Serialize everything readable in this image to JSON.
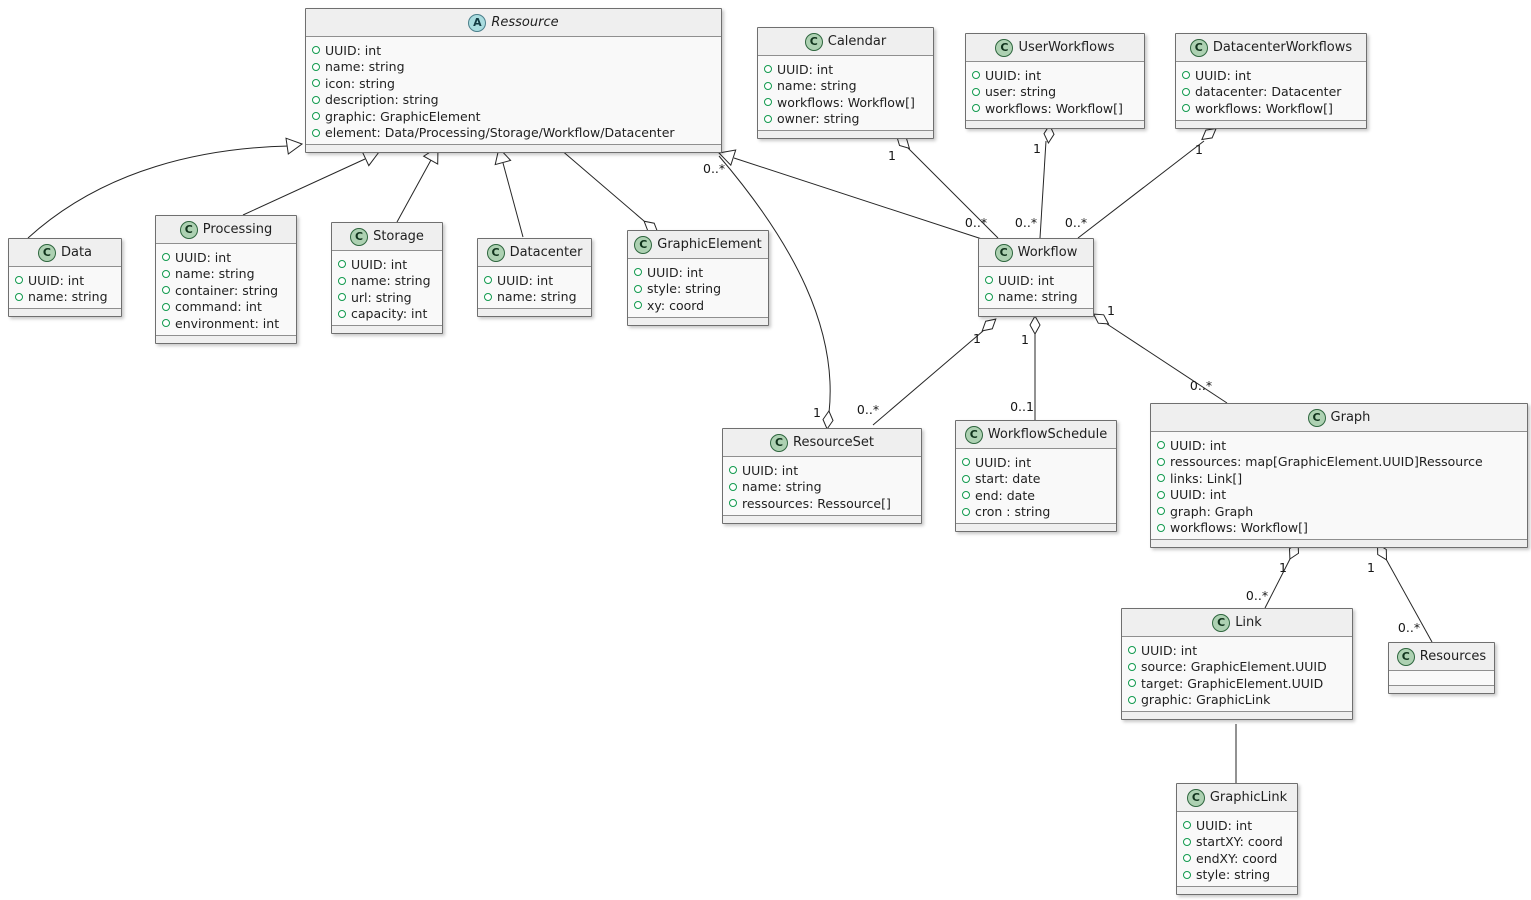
{
  "diagram": {
    "colors": {
      "background": "#FFFFFF",
      "box_body": "#F9F9F9",
      "box_header": "#EFEFEF",
      "line": "#262626",
      "text": "#1F1F1F",
      "class_icon_fill": "#ADD1B2",
      "class_icon_border": "#2E663E",
      "abstract_icon_fill": "#A9DCDF",
      "abstract_icon_border": "#4A7E8A",
      "field_icon_border": "#129A4E"
    },
    "classes": [
      {
        "id": "ressource",
        "stereotype": "A",
        "name": "Ressource",
        "fields": [
          "UUID: int",
          "name: string",
          "icon: string",
          "description: string",
          "graphic: GraphicElement",
          "element: Data/Processing/Storage/Workflow/Datacenter"
        ]
      },
      {
        "id": "calendar",
        "stereotype": "C",
        "name": "Calendar",
        "fields": [
          "UUID: int",
          "name: string",
          "workflows: Workflow[]",
          "owner: string"
        ]
      },
      {
        "id": "userworkflows",
        "stereotype": "C",
        "name": "UserWorkflows",
        "fields": [
          "UUID: int",
          "user: string",
          "workflows: Workflow[]"
        ]
      },
      {
        "id": "datacenterworkflows",
        "stereotype": "C",
        "name": "DatacenterWorkflows",
        "fields": [
          "UUID: int",
          "datacenter: Datacenter",
          "workflows: Workflow[]"
        ]
      },
      {
        "id": "data",
        "stereotype": "C",
        "name": "Data",
        "fields": [
          "UUID: int",
          "name: string"
        ]
      },
      {
        "id": "processing",
        "stereotype": "C",
        "name": "Processing",
        "fields": [
          "UUID: int",
          "name: string",
          "container: string",
          "command: int",
          "environment: int"
        ]
      },
      {
        "id": "storage",
        "stereotype": "C",
        "name": "Storage",
        "fields": [
          "UUID: int",
          "name: string",
          "url: string",
          "capacity: int"
        ]
      },
      {
        "id": "datacenter",
        "stereotype": "C",
        "name": "Datacenter",
        "fields": [
          "UUID: int",
          "name: string"
        ]
      },
      {
        "id": "graphicelement",
        "stereotype": "C",
        "name": "GraphicElement",
        "fields": [
          "UUID: int",
          "style: string",
          "xy: coord"
        ]
      },
      {
        "id": "workflow",
        "stereotype": "C",
        "name": "Workflow",
        "fields": [
          "UUID: int",
          "name: string"
        ]
      },
      {
        "id": "resourceset",
        "stereotype": "C",
        "name": "ResourceSet",
        "fields": [
          "UUID: int",
          "name: string",
          "ressources: Ressource[]"
        ]
      },
      {
        "id": "workflowschedule",
        "stereotype": "C",
        "name": "WorkflowSchedule",
        "fields": [
          "UUID: int",
          "start: date",
          "end: date",
          "cron : string"
        ]
      },
      {
        "id": "graph",
        "stereotype": "C",
        "name": "Graph",
        "fields": [
          "UUID: int",
          "ressources: map[GraphicElement.UUID]Ressource",
          "links: Link[]",
          "UUID: int",
          "graph: Graph",
          "workflows: Workflow[]"
        ]
      },
      {
        "id": "link",
        "stereotype": "C",
        "name": "Link",
        "fields": [
          "UUID: int",
          "source: GraphicElement.UUID",
          "target: GraphicElement.UUID",
          "graphic: GraphicLink"
        ]
      },
      {
        "id": "resources",
        "stereotype": "C",
        "name": "Resources",
        "fields": []
      },
      {
        "id": "graphiclink",
        "stereotype": "C",
        "name": "GraphicLink",
        "fields": [
          "UUID: int",
          "startXY: coord",
          "endXY: coord",
          "style: string"
        ]
      }
    ],
    "relationships": [
      {
        "from": "Data",
        "to": "Ressource",
        "type": "generalization"
      },
      {
        "from": "Processing",
        "to": "Ressource",
        "type": "generalization"
      },
      {
        "from": "Storage",
        "to": "Ressource",
        "type": "generalization"
      },
      {
        "from": "Datacenter",
        "to": "Ressource",
        "type": "generalization"
      },
      {
        "from": "Workflow",
        "to": "Ressource",
        "type": "generalization"
      },
      {
        "from": "GraphicElement",
        "to": "Ressource",
        "type": "aggregation"
      },
      {
        "from": "Calendar",
        "to": "Workflow",
        "type": "aggregation",
        "source_mult": "1",
        "target_mult": "0..*"
      },
      {
        "from": "UserWorkflows",
        "to": "Workflow",
        "type": "aggregation",
        "source_mult": "1",
        "target_mult": "0..*"
      },
      {
        "from": "DatacenterWorkflows",
        "to": "Workflow",
        "type": "aggregation",
        "source_mult": "1",
        "target_mult": "0..*"
      },
      {
        "from": "ResourceSet",
        "to": "Ressource",
        "type": "aggregation",
        "source_mult": "1",
        "target_mult": "0..*"
      },
      {
        "from": "Workflow",
        "to": "ResourceSet",
        "type": "aggregation",
        "source_mult": "1",
        "target_mult": "0..*"
      },
      {
        "from": "Workflow",
        "to": "WorkflowSchedule",
        "type": "aggregation",
        "source_mult": "1",
        "target_mult": "0..1"
      },
      {
        "from": "Workflow",
        "to": "Graph",
        "type": "aggregation",
        "source_mult": "1",
        "target_mult": "0..*"
      },
      {
        "from": "Graph",
        "to": "Link",
        "type": "aggregation",
        "source_mult": "1",
        "target_mult": "0..*"
      },
      {
        "from": "Graph",
        "to": "Resources",
        "type": "aggregation",
        "source_mult": "1",
        "target_mult": "0..*"
      },
      {
        "from": "Link",
        "to": "GraphicLink",
        "type": "association"
      }
    ]
  }
}
